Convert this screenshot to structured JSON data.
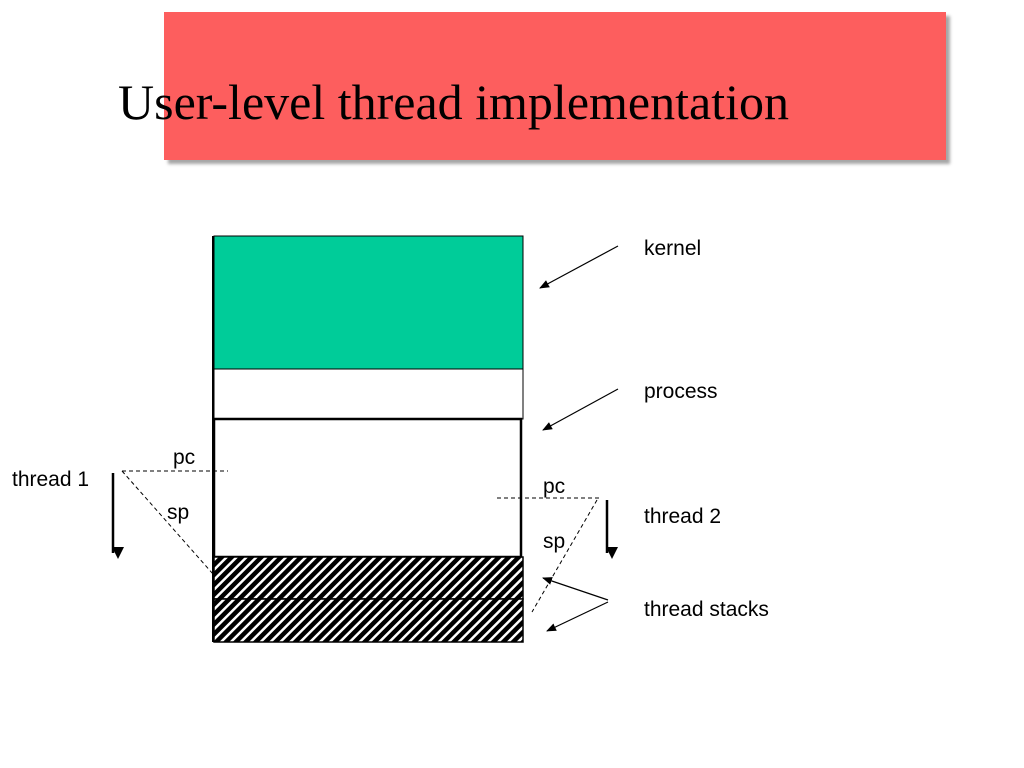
{
  "slide": {
    "title": "User-level thread implementation"
  },
  "labels": {
    "kernel": "kernel",
    "process": "process",
    "thread1": "thread 1",
    "thread2": "thread 2",
    "thread_stacks": "thread stacks",
    "pc_left": "pc",
    "sp_left": "sp",
    "pc_right": "pc",
    "sp_right": "sp"
  },
  "colors": {
    "title_banner": "#fd5e5e",
    "kernel_region": "#00cc99",
    "stroke": "#000000",
    "background": "#ffffff"
  }
}
